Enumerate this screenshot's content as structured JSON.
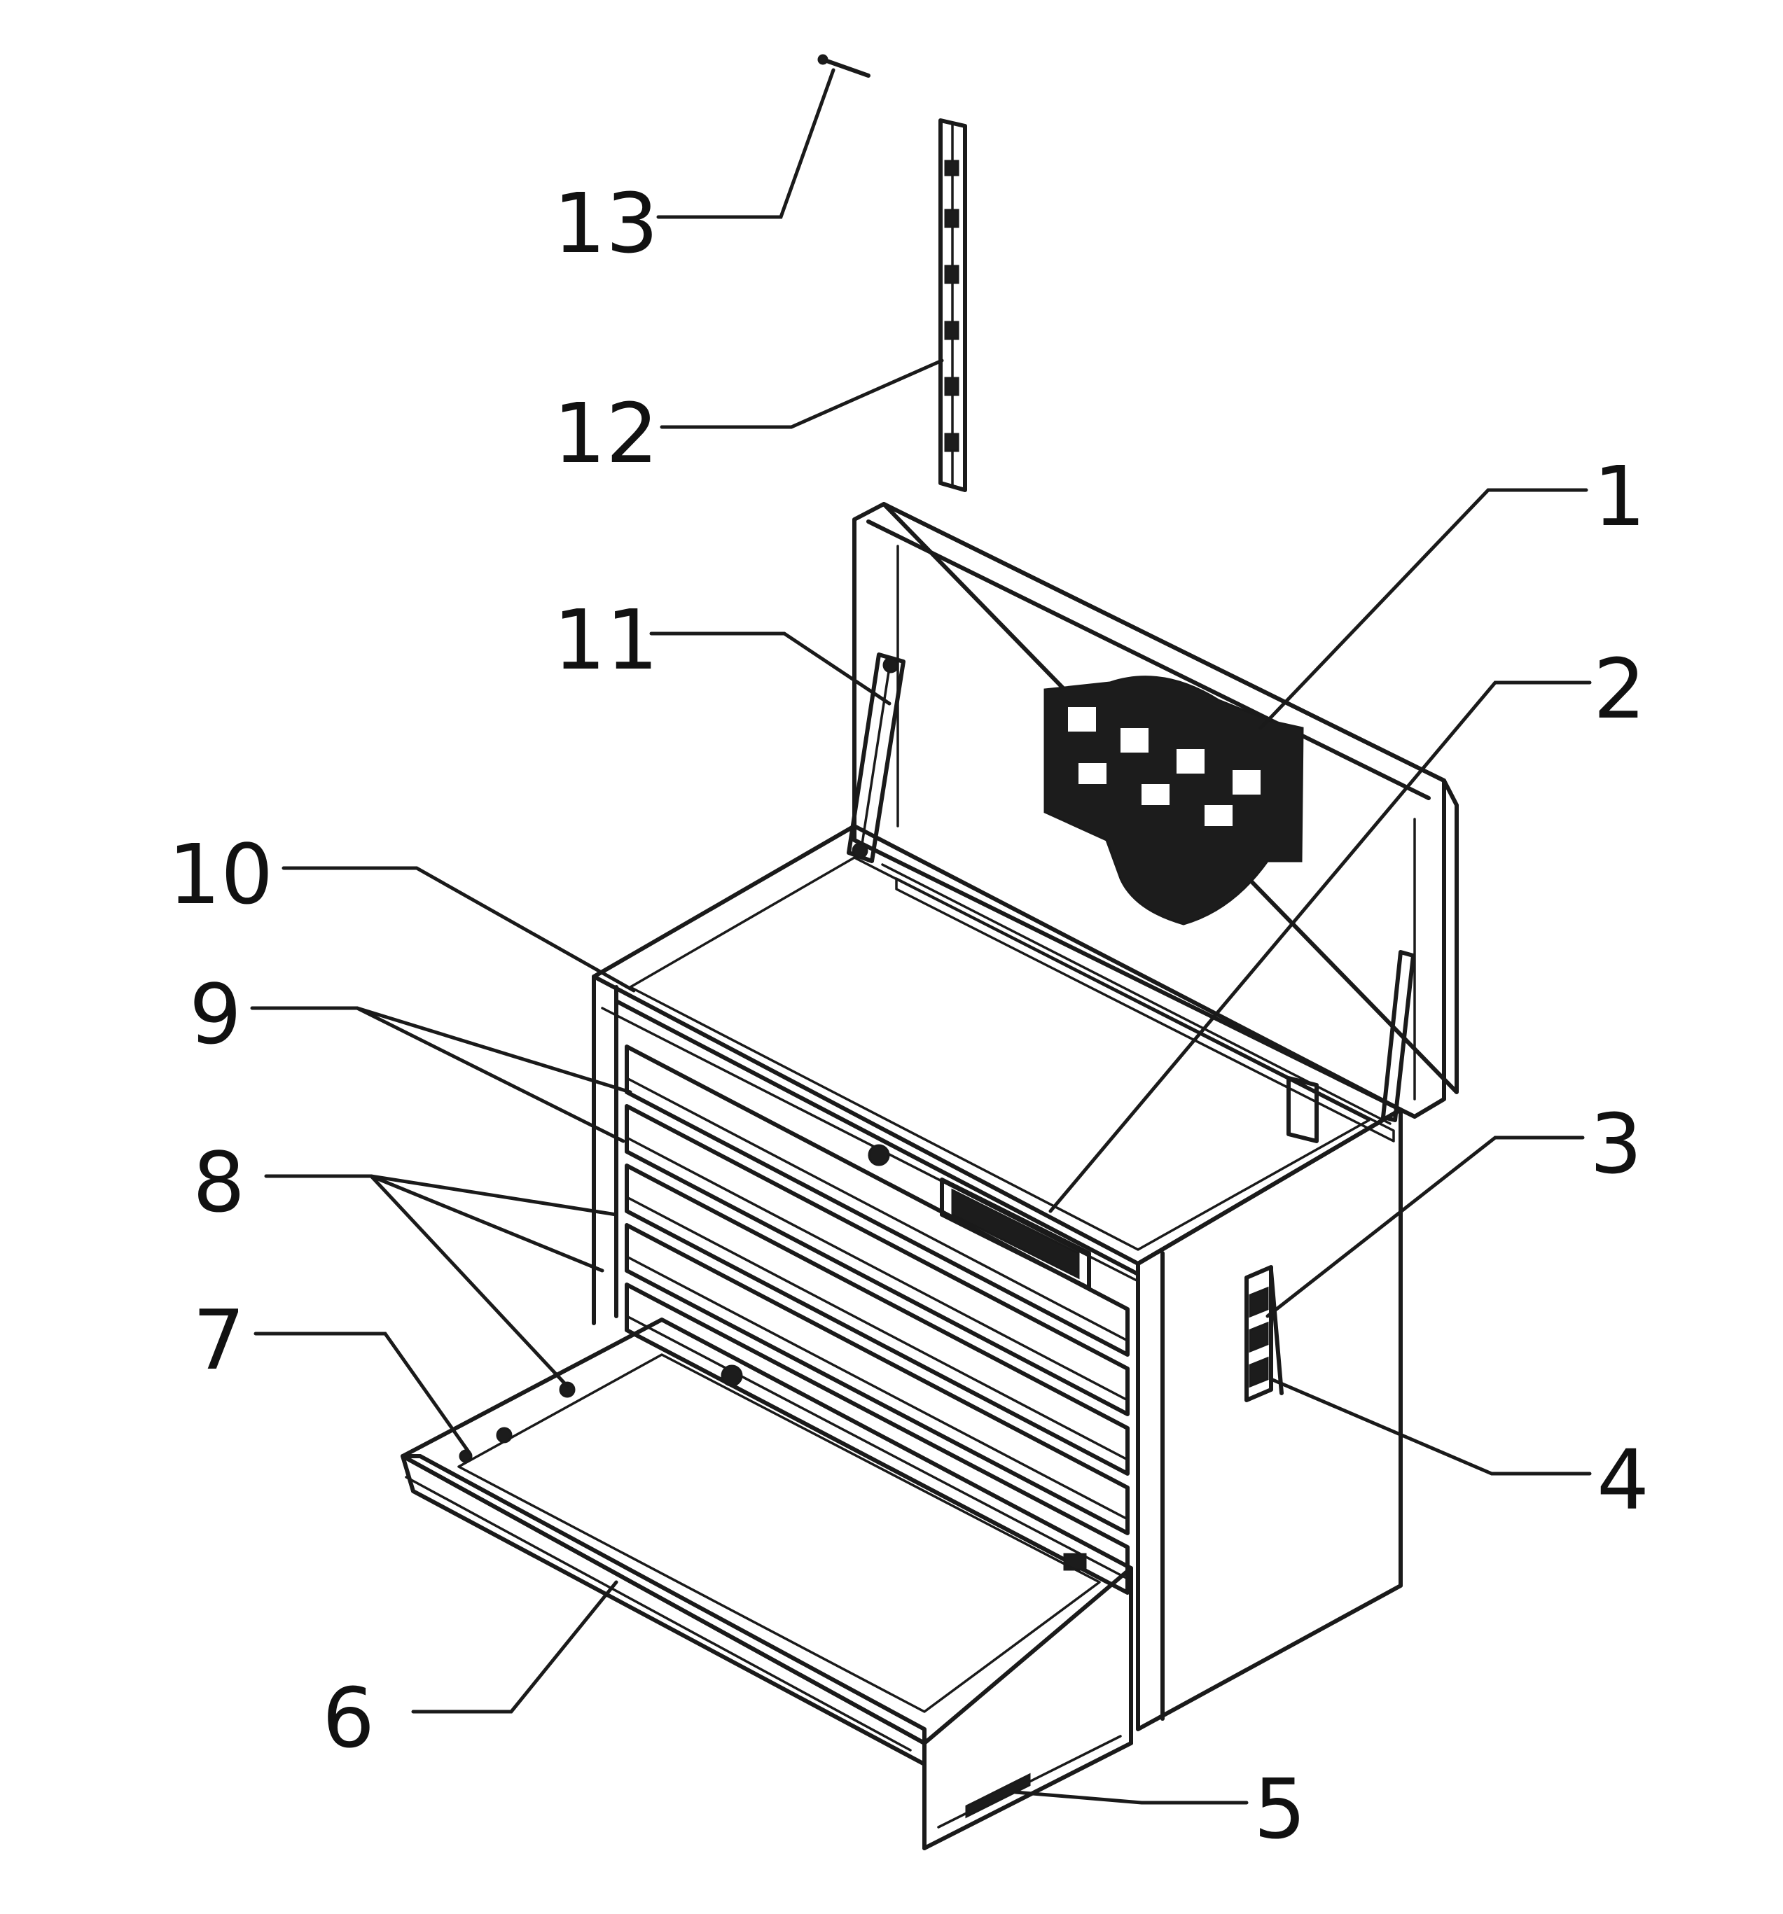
{
  "figure": {
    "subject": "tool chest with open lid and open bottom drawer",
    "callouts": [
      {
        "id": "callout-1",
        "text": "1"
      },
      {
        "id": "callout-2",
        "text": "2"
      },
      {
        "id": "callout-3",
        "text": "3"
      },
      {
        "id": "callout-4",
        "text": "4"
      },
      {
        "id": "callout-5",
        "text": "5"
      },
      {
        "id": "callout-6",
        "text": "6"
      },
      {
        "id": "callout-7",
        "text": "7"
      },
      {
        "id": "callout-8",
        "text": "8"
      },
      {
        "id": "callout-9",
        "text": "9"
      },
      {
        "id": "callout-10",
        "text": "10"
      },
      {
        "id": "callout-11",
        "text": "11"
      },
      {
        "id": "callout-12",
        "text": "12"
      },
      {
        "id": "callout-13",
        "text": "13"
      }
    ]
  }
}
